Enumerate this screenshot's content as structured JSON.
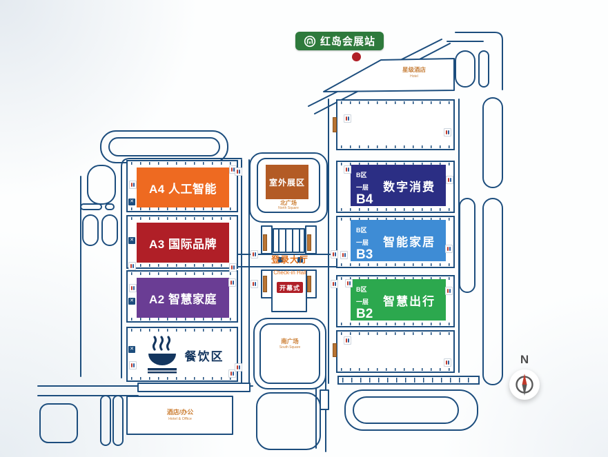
{
  "station_badge": {
    "label": "红岛会展站",
    "color": "#2e7a3c"
  },
  "hotel": {
    "zh": "星级酒店",
    "en": "Hotel"
  },
  "a_zone": {
    "halls": [
      {
        "label": "A4 人工智能",
        "color": "#ee6a21"
      },
      {
        "label": "A3 国际品牌",
        "color": "#b01f27"
      },
      {
        "label": "A2 智慧家庭",
        "color": "#6a3d94"
      }
    ],
    "dining": {
      "label": "餐饮区"
    }
  },
  "b_zone": {
    "halls": [
      {
        "zone": "B区",
        "floor": "一层",
        "id": "B4",
        "name": "数字消费",
        "color": "#2b2e84"
      },
      {
        "zone": "B区",
        "floor": "一层",
        "id": "B3",
        "name": "智能家居",
        "color": "#3e8cd5"
      },
      {
        "zone": "B区",
        "floor": "一层",
        "id": "B2",
        "name": "智慧出行",
        "color": "#2ca84e"
      }
    ]
  },
  "center": {
    "outdoor": {
      "label": "室外展区",
      "color": "#b35b25"
    },
    "north_square": {
      "zh": "北广场",
      "en": "North Square"
    },
    "checkin": {
      "zh": "登录大厅",
      "en": "Check-in Hall"
    },
    "opening": {
      "label": "开幕式",
      "color": "#b01f27"
    },
    "south_square": {
      "zh": "南广场",
      "en": "South Square"
    }
  },
  "hotel_office": {
    "zh": "酒店/办公",
    "en": "Hotel & Office"
  },
  "compass": {
    "label": "N"
  },
  "colors": {
    "outline": "#1c4d7d",
    "dot": "#b01f27",
    "label_orange": "#cc7f35",
    "checkin_orange": "#e2701c"
  },
  "icons": {
    "stairs_glyph": "✕",
    "metro_logo": "arch-in-circle",
    "restroom": "male-female-pair",
    "escalator": "orange-bar",
    "bowl": "steaming-bowl"
  }
}
